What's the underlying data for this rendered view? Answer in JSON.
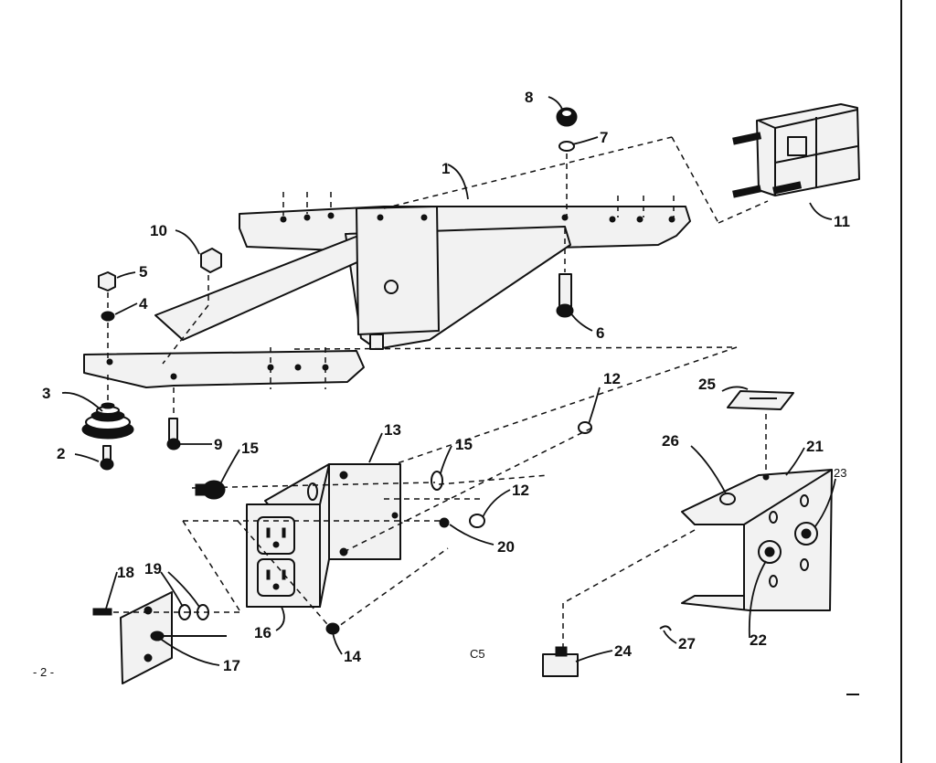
{
  "diagram": {
    "callouts": [
      {
        "id": "c1",
        "label": "1"
      },
      {
        "id": "c2",
        "label": "2"
      },
      {
        "id": "c3",
        "label": "3"
      },
      {
        "id": "c4",
        "label": "4"
      },
      {
        "id": "c5",
        "label": "5"
      },
      {
        "id": "c6",
        "label": "6"
      },
      {
        "id": "c7",
        "label": "7"
      },
      {
        "id": "c8",
        "label": "8"
      },
      {
        "id": "c9",
        "label": "9"
      },
      {
        "id": "c10",
        "label": "10"
      },
      {
        "id": "c11",
        "label": "11"
      },
      {
        "id": "c12a",
        "label": "12"
      },
      {
        "id": "c12b",
        "label": "12"
      },
      {
        "id": "c13",
        "label": "13"
      },
      {
        "id": "c14",
        "label": "14"
      },
      {
        "id": "c15a",
        "label": "15"
      },
      {
        "id": "c15b",
        "label": "15"
      },
      {
        "id": "c16",
        "label": "16"
      },
      {
        "id": "c17",
        "label": "17"
      },
      {
        "id": "c18",
        "label": "18"
      },
      {
        "id": "c19",
        "label": "19"
      },
      {
        "id": "c20",
        "label": "20"
      },
      {
        "id": "c21",
        "label": "21"
      },
      {
        "id": "c22",
        "label": "22"
      },
      {
        "id": "c23",
        "label": "23"
      },
      {
        "id": "c24",
        "label": "24"
      },
      {
        "id": "c25",
        "label": "25"
      },
      {
        "id": "c26",
        "label": "26"
      },
      {
        "id": "c27",
        "label": "27"
      }
    ],
    "page_marker": "- 2 -",
    "code_mark": "C5"
  }
}
